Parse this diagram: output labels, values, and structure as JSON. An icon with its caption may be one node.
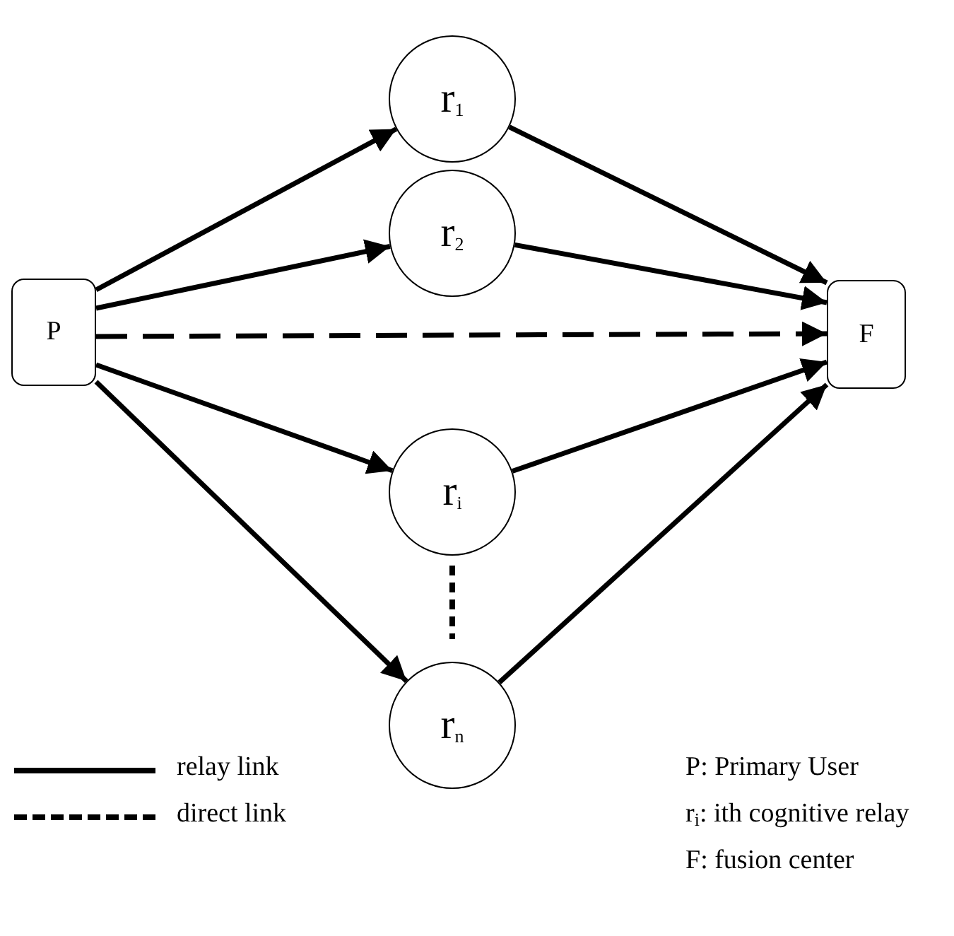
{
  "diagram": {
    "nodes": [
      {
        "text": [
          "P"
        ]
      },
      {
        "text": [
          "r$_{1}$"
        ]
      },
      {
        "text": [
          "r$_{2}$"
        ]
      },
      {
        "text": [
          "r$_{i}$"
        ]
      },
      {
        "text": [
          "r$_{n}$"
        ]
      },
      {
        "text": [
          "F"
        ]
      }
    ],
    "edges": [
      {
        "from": 0,
        "to": 1,
        "arrow": "to"
      },
      {
        "from": 0,
        "to": 2,
        "arrow": "to"
      },
      {
        "from": 0,
        "to": 5,
        "arrow": "to",
        "style": "dashed"
      },
      {
        "from": 0,
        "to": 3,
        "arrow": "to"
      },
      {
        "from": 0,
        "to": 4,
        "arrow": "to"
      },
      {
        "from": 1,
        "to": 5,
        "arrow": "to"
      },
      {
        "from": 2,
        "to": 5,
        "arrow": "to"
      },
      {
        "from": 3,
        "to": 5,
        "arrow": "to"
      },
      {
        "from": 4,
        "to": 5,
        "arrow": "to"
      }
    ],
    "labels": [
      "P: Primary User",
      "r$_{i}$: ith cognitive relay",
      "F: fusion center"
    ],
    "legend": [
      {
        "text": "relay link"
      },
      {
        "text": "direct link"
      }
    ]
  }
}
